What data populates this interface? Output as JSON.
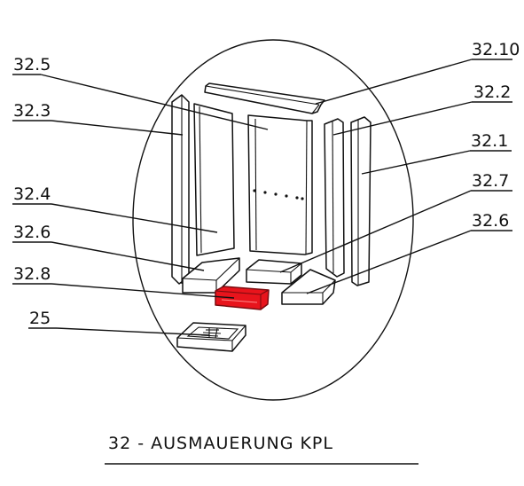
{
  "caption": "32 - AUSMAUERUNG KPL",
  "labels": {
    "p32_5": "32.5",
    "p32_10": "32.10",
    "p32_3": "32.3",
    "p32_2": "32.2",
    "p32_1": "32.1",
    "p32_4": "32.4",
    "p32_7": "32.7",
    "p32_6_left": "32.6",
    "p32_6_right": "32.6",
    "p32_8": "32.8",
    "p25": "25"
  },
  "colors": {
    "line": "#111111",
    "highlight": "#e8141c",
    "background": "#ffffff"
  },
  "highlighted_part": "32.8"
}
